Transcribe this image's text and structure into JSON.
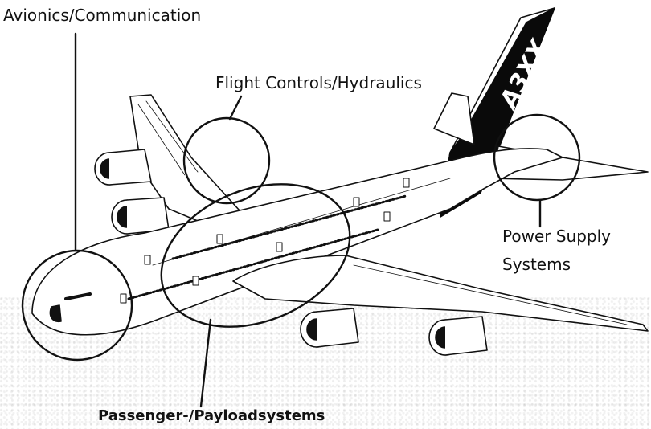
{
  "labels": {
    "avionics": "Avionics/Communication",
    "flight_controls": "Flight Controls/Hydraulics",
    "power_line1": "Power Supply",
    "power_line2": "Systems",
    "passenger": "Passenger-/Payloadsystems"
  },
  "tail_marking": "A3XX",
  "colors": {
    "ink": "#111111",
    "tail": "#0a0a0a",
    "background": "#ffffff"
  }
}
